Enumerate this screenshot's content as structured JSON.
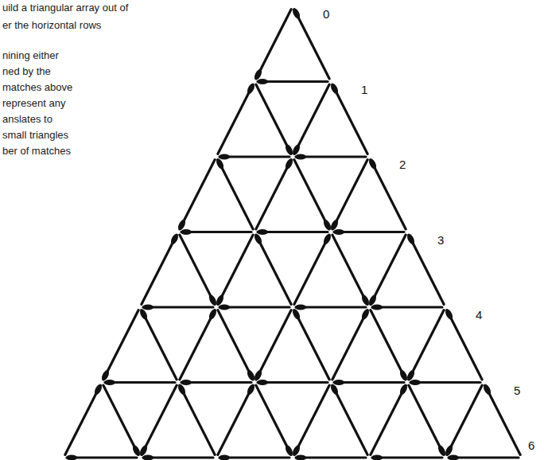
{
  "diagram": {
    "labels": [
      "uild a triangular array out of",
      "er the horizontal rows",
      "nining either",
      "ned by the",
      "matches above",
      "represent any",
      "anslates to",
      "small triangles",
      "ber of matches",
      "0",
      "1",
      "2",
      "3",
      "4",
      "5",
      "6"
    ]
  }
}
